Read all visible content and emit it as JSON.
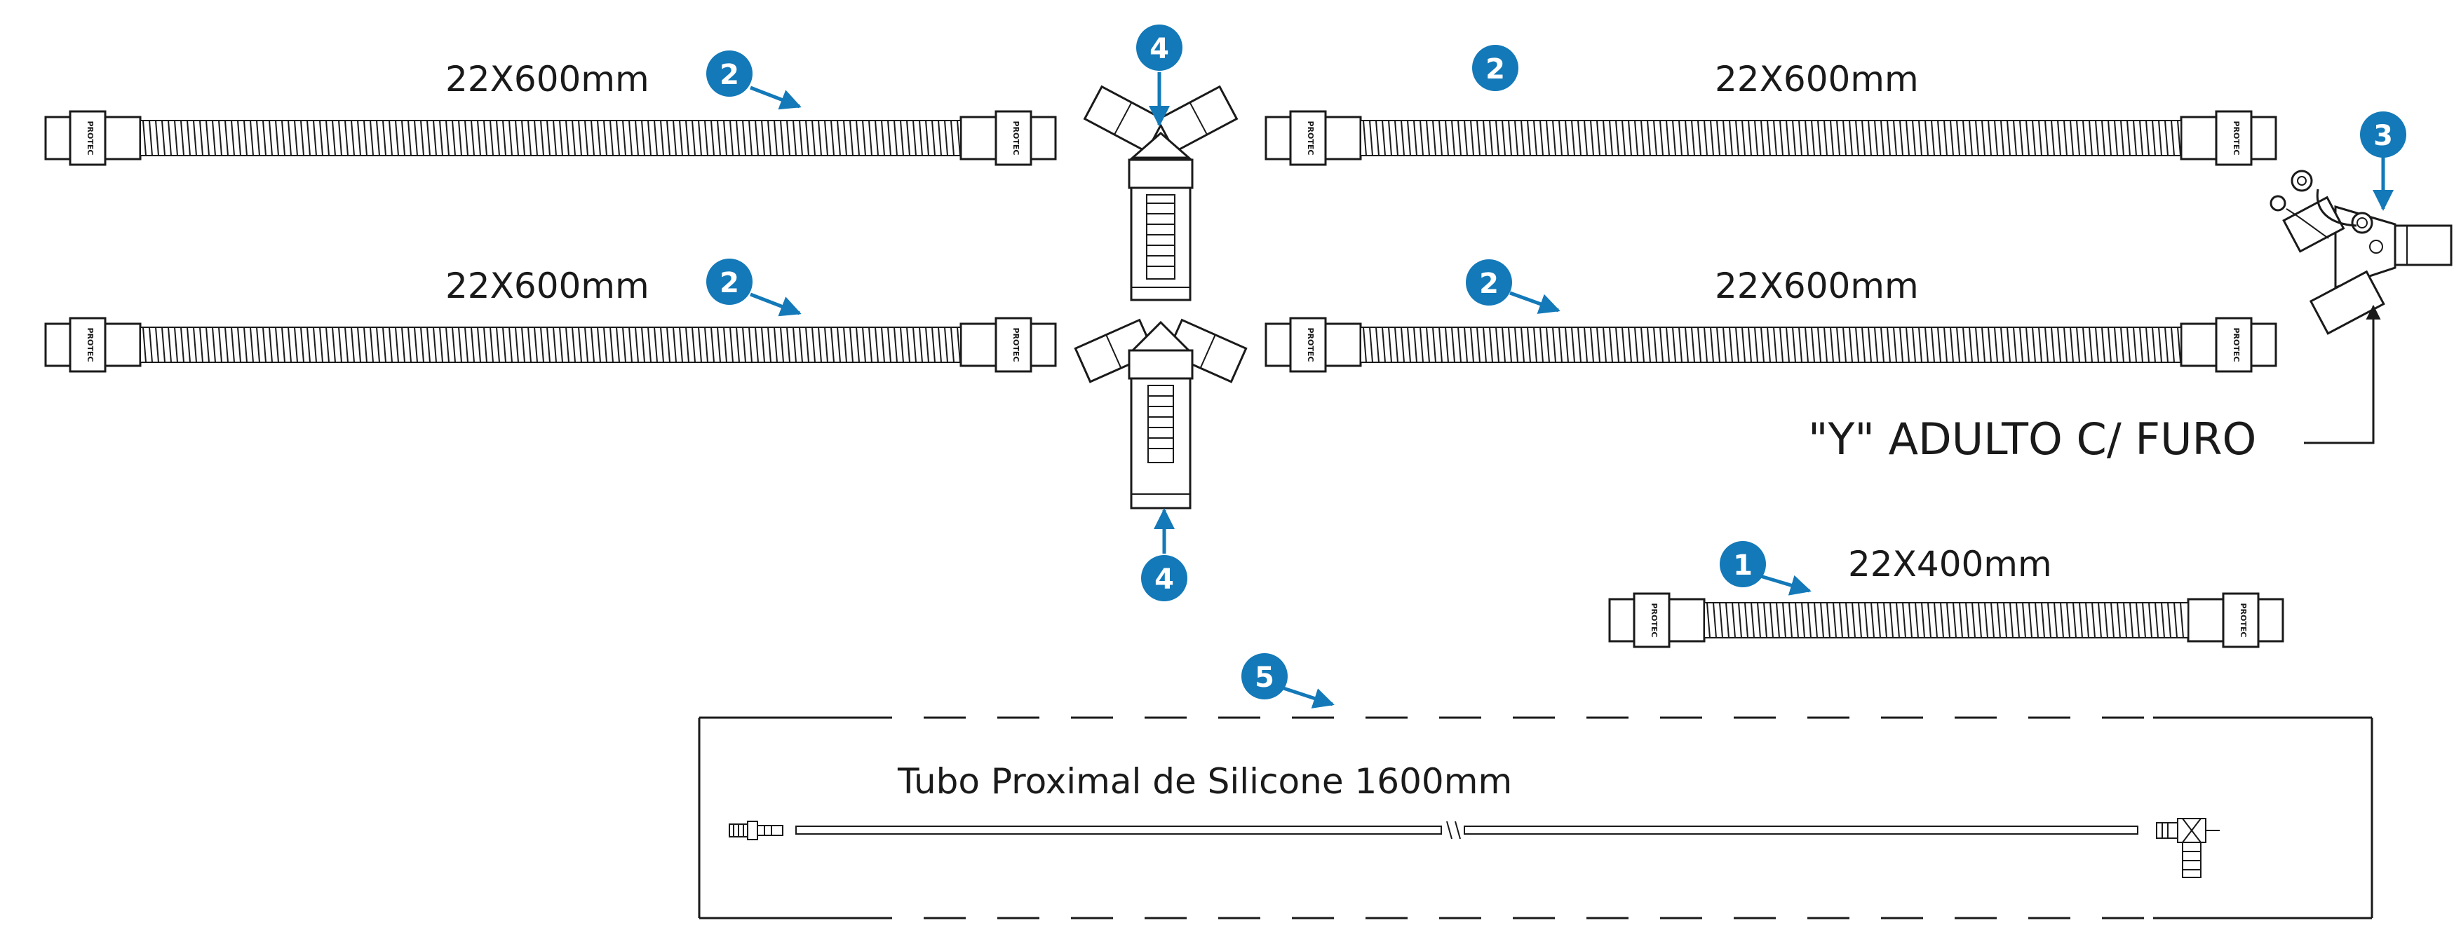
{
  "tubes": {
    "t600_top_left": {
      "label": "22X600mm",
      "badge": "2"
    },
    "t600_top_right": {
      "label": "22X600mm",
      "badge": "2"
    },
    "t600_mid_left": {
      "label": "22X600mm",
      "badge": "2"
    },
    "t600_mid_right": {
      "label": "22X600mm",
      "badge": "2"
    },
    "t400": {
      "label": "22X400mm",
      "badge": "1"
    }
  },
  "cuff_text": "PROTEC",
  "water_trap_top": {
    "badge": "4"
  },
  "water_trap_bottom": {
    "badge": "4"
  },
  "y_connector": {
    "badge": "3",
    "label": "\"Y\" ADULTO C/ FURO"
  },
  "proximal": {
    "badge": "5",
    "label": "Tubo Proximal de Silicone 1600mm"
  },
  "colors": {
    "badge": "#1379b8",
    "line": "#1a1a1a",
    "background": "#ffffff"
  }
}
